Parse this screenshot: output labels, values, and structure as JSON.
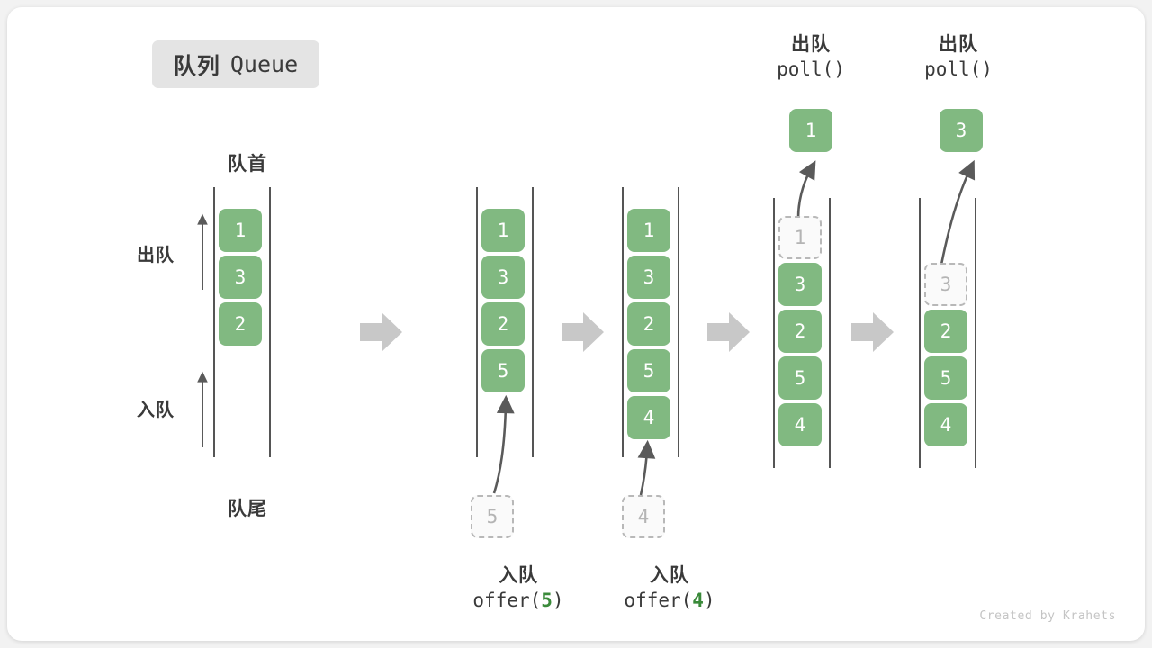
{
  "title": {
    "cn": "队列",
    "en": "Queue"
  },
  "captions": {
    "head": "队首",
    "tail": "队尾",
    "dequeue_side": "出队",
    "enqueue_side": "入队"
  },
  "colors": {
    "cell_fill": "#81b981",
    "cell_text": "#ffffff",
    "ghost_border": "#b8b8b8",
    "ghost_text": "#b4b4b4",
    "rail": "#555555",
    "arrow": "#5a5a5a",
    "step_arrow": "#c8c8c8",
    "badge_bg": "#e4e4e4",
    "text": "#3a3a3a",
    "value_accent": "#3a8a3a",
    "card_bg": "#ffffff",
    "page_bg": "#f2f2f2"
  },
  "columns": [
    {
      "name": "initial-queue",
      "cells": [
        {
          "value": "1",
          "state": "filled"
        },
        {
          "value": "3",
          "state": "filled"
        },
        {
          "value": "2",
          "state": "filled"
        }
      ]
    },
    {
      "name": "after-offer-5",
      "cells": [
        {
          "value": "1",
          "state": "filled"
        },
        {
          "value": "3",
          "state": "filled"
        },
        {
          "value": "2",
          "state": "filled"
        },
        {
          "value": "5",
          "state": "filled"
        }
      ],
      "incoming": {
        "value": "5",
        "state": "ghost"
      },
      "caption": {
        "cn": "入队",
        "fn": "offer(",
        "val": "5",
        "close": ")"
      }
    },
    {
      "name": "after-offer-4",
      "cells": [
        {
          "value": "1",
          "state": "filled"
        },
        {
          "value": "3",
          "state": "filled"
        },
        {
          "value": "2",
          "state": "filled"
        },
        {
          "value": "5",
          "state": "filled"
        },
        {
          "value": "4",
          "state": "filled"
        }
      ],
      "incoming": {
        "value": "4",
        "state": "ghost"
      },
      "caption": {
        "cn": "入队",
        "fn": "offer(",
        "val": "4",
        "close": ")"
      }
    },
    {
      "name": "after-poll-1",
      "cells": [
        {
          "value": "1",
          "state": "ghost"
        },
        {
          "value": "3",
          "state": "filled"
        },
        {
          "value": "2",
          "state": "filled"
        },
        {
          "value": "5",
          "state": "filled"
        },
        {
          "value": "4",
          "state": "filled"
        }
      ],
      "outgoing": {
        "value": "1",
        "state": "filled"
      },
      "caption": {
        "cn": "出队",
        "fn": "poll()"
      }
    },
    {
      "name": "after-poll-3",
      "cells": [
        {
          "value": "",
          "state": "empty"
        },
        {
          "value": "3",
          "state": "ghost"
        },
        {
          "value": "2",
          "state": "filled"
        },
        {
          "value": "5",
          "state": "filled"
        },
        {
          "value": "4",
          "state": "filled"
        }
      ],
      "outgoing": {
        "value": "3",
        "state": "filled"
      },
      "caption": {
        "cn": "出队",
        "fn": "poll()"
      }
    }
  ],
  "footer": "Created by Krahets"
}
